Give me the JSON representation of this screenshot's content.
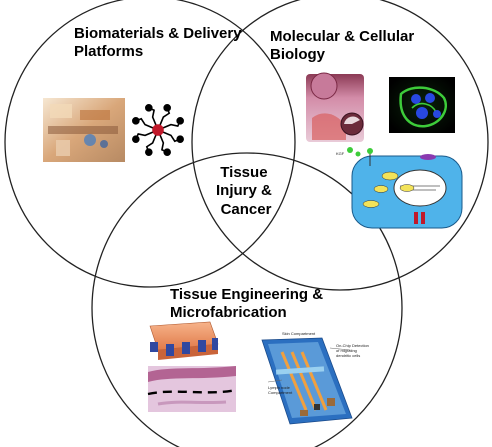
{
  "circles": {
    "top_left": {
      "label_lines": [
        "Biomaterials & Delivery",
        "Platforms"
      ]
    },
    "top_right": {
      "label_lines": [
        "Molecular & Cellular",
        "Biology"
      ]
    },
    "bottom": {
      "label_lines": [
        "Tissue Engineering &",
        "Microfabrication"
      ]
    }
  },
  "center": {
    "label_lines": [
      "Tissue",
      "Injury &",
      "Cancer"
    ]
  },
  "small_labels": {
    "skin_compartment": "Skin Compartment",
    "on_chip": "On-Chip Detection",
    "of_migrating": "of migrating",
    "dendritic": "dendritic cells",
    "lymph_node": "Lymph node",
    "compartment": "Compartment",
    "kgf": "KGF"
  },
  "colors": {
    "stroke": "#222222",
    "cell_fill": "#4fb3ea",
    "nucleus_fill": "#ffffff",
    "fluor_green": "#3dcc3a",
    "fluor_blue": "#2848e0",
    "dendrimer_core": "#c0182a",
    "chip_blue": "#2b6fc0",
    "chip_orange": "#f0a040"
  }
}
